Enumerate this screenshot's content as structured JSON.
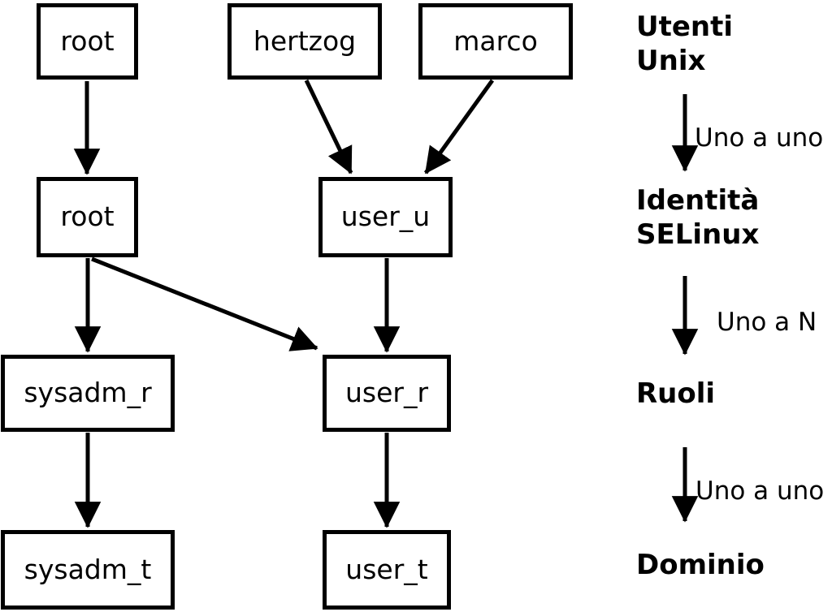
{
  "diagram": {
    "title_implied": "SELinux identity mapping",
    "colors": {
      "background": "#ffffff",
      "line": "#000000",
      "box_border": "#000000",
      "box_background": "#ffffff",
      "text": "#000000"
    },
    "nodes": {
      "root_unix": {
        "label": "root",
        "level": "Utenti Unix"
      },
      "hertzog": {
        "label": "hertzog",
        "level": "Utenti Unix"
      },
      "marco": {
        "label": "marco",
        "level": "Utenti Unix"
      },
      "root_selinux": {
        "label": "root",
        "level": "Identità SELinux"
      },
      "user_u": {
        "label": "user_u",
        "level": "Identità SELinux"
      },
      "sysadm_r": {
        "label": "sysadm_r",
        "level": "Ruoli"
      },
      "user_r": {
        "label": "user_r",
        "level": "Ruoli"
      },
      "sysadm_t": {
        "label": "sysadm_t",
        "level": "Dominio"
      },
      "user_t": {
        "label": "user_t",
        "level": "Dominio"
      }
    },
    "edges": [
      {
        "from": "root_unix",
        "to": "root_selinux"
      },
      {
        "from": "hertzog",
        "to": "user_u"
      },
      {
        "from": "marco",
        "to": "user_u"
      },
      {
        "from": "root_selinux",
        "to": "sysadm_r"
      },
      {
        "from": "root_selinux",
        "to": "user_r"
      },
      {
        "from": "user_u",
        "to": "user_r"
      },
      {
        "from": "sysadm_r",
        "to": "sysadm_t"
      },
      {
        "from": "user_r",
        "to": "user_t"
      }
    ]
  },
  "legend": {
    "levels": [
      {
        "lines": [
          "Utenti",
          "Unix"
        ]
      },
      {
        "lines": [
          "Identità",
          "SELinux"
        ]
      },
      {
        "lines": [
          "Ruoli"
        ]
      },
      {
        "lines": [
          "Dominio"
        ]
      }
    ],
    "relations": [
      "Uno a uno",
      "Uno a N",
      "Uno a uno"
    ]
  }
}
